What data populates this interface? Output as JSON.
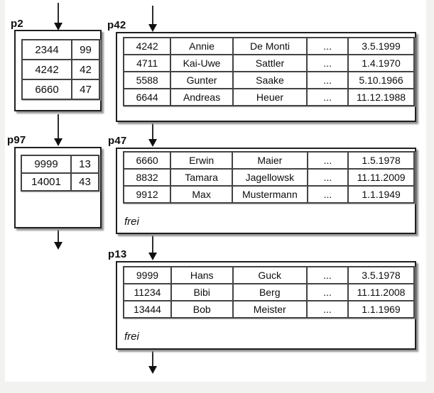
{
  "colors": {
    "background": "#ffffff",
    "page_margin": "#f2f2f0",
    "box_border": "#1f1f1f",
    "box_shadow": "#949494",
    "table_border": "#434343",
    "arrow": "#101010",
    "text": "#0d0d0d"
  },
  "pages": {
    "p2": {
      "label": "p2",
      "rows": [
        [
          "2344",
          "99"
        ],
        [
          "4242",
          "42"
        ],
        [
          "6660",
          "47"
        ]
      ]
    },
    "p42": {
      "label": "p42",
      "rows": [
        [
          "4242",
          "Annie",
          "De Monti",
          "...",
          "3.5.1999"
        ],
        [
          "4711",
          "Kai-Uwe",
          "Sattler",
          "...",
          "1.4.1970"
        ],
        [
          "5588",
          "Gunter",
          "Saake",
          "...",
          "5.10.1966"
        ],
        [
          "6644",
          "Andreas",
          "Heuer",
          "...",
          "11.12.1988"
        ]
      ]
    },
    "p97": {
      "label": "p97",
      "rows": [
        [
          "9999",
          "13"
        ],
        [
          "14001",
          "43"
        ]
      ]
    },
    "p47": {
      "label": "p47",
      "free_label": "frei",
      "rows": [
        [
          "6660",
          "Erwin",
          "Maier",
          "...",
          "1.5.1978"
        ],
        [
          "8832",
          "Tamara",
          "Jagellowsk",
          "...",
          "11.11.2009"
        ],
        [
          "9912",
          "Max",
          "Mustermann",
          "...",
          "1.1.1949"
        ]
      ]
    },
    "p13": {
      "label": "p13",
      "free_label": "frei",
      "rows": [
        [
          "9999",
          "Hans",
          "Guck",
          "...",
          "3.5.1978"
        ],
        [
          "11234",
          "Bibi",
          "Berg",
          "...",
          "11.11.2008"
        ],
        [
          "13444",
          "Bob",
          "Meister",
          "...",
          "1.1.1969"
        ]
      ]
    }
  }
}
